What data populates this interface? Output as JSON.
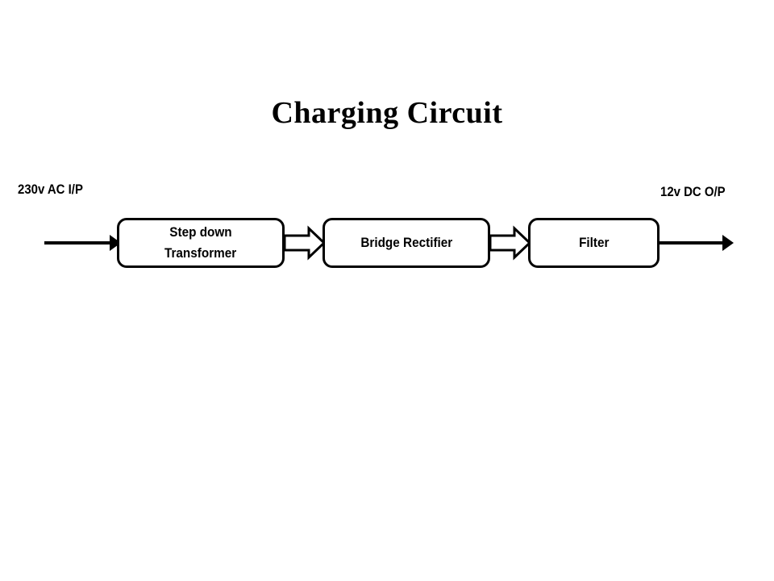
{
  "slide": {
    "title": "Charging Circuit",
    "background_color": "#ffffff",
    "stroke_color": "#000000"
  },
  "labels": {
    "input": "230v AC I/P",
    "output": "12v DC O/P"
  },
  "blocks": [
    {
      "id": "step-down-transformer",
      "line1": "Step down",
      "line2": "Transformer"
    },
    {
      "id": "bridge-rectifier",
      "line1": "Bridge Rectifier",
      "line2": ""
    },
    {
      "id": "filter",
      "line1": "Filter",
      "line2": ""
    }
  ],
  "connectors": [
    {
      "id": "input-arrow",
      "style": "line-arrow",
      "from": "230v AC I/P",
      "to": "Step down Transformer"
    },
    {
      "id": "transformer-to-rectifier",
      "style": "block-arrow",
      "from": "Step down Transformer",
      "to": "Bridge Rectifier"
    },
    {
      "id": "rectifier-to-filter",
      "style": "block-arrow",
      "from": "Bridge Rectifier",
      "to": "Filter"
    },
    {
      "id": "output-arrow",
      "style": "line-arrow",
      "from": "Filter",
      "to": "12v DC O/P"
    }
  ]
}
